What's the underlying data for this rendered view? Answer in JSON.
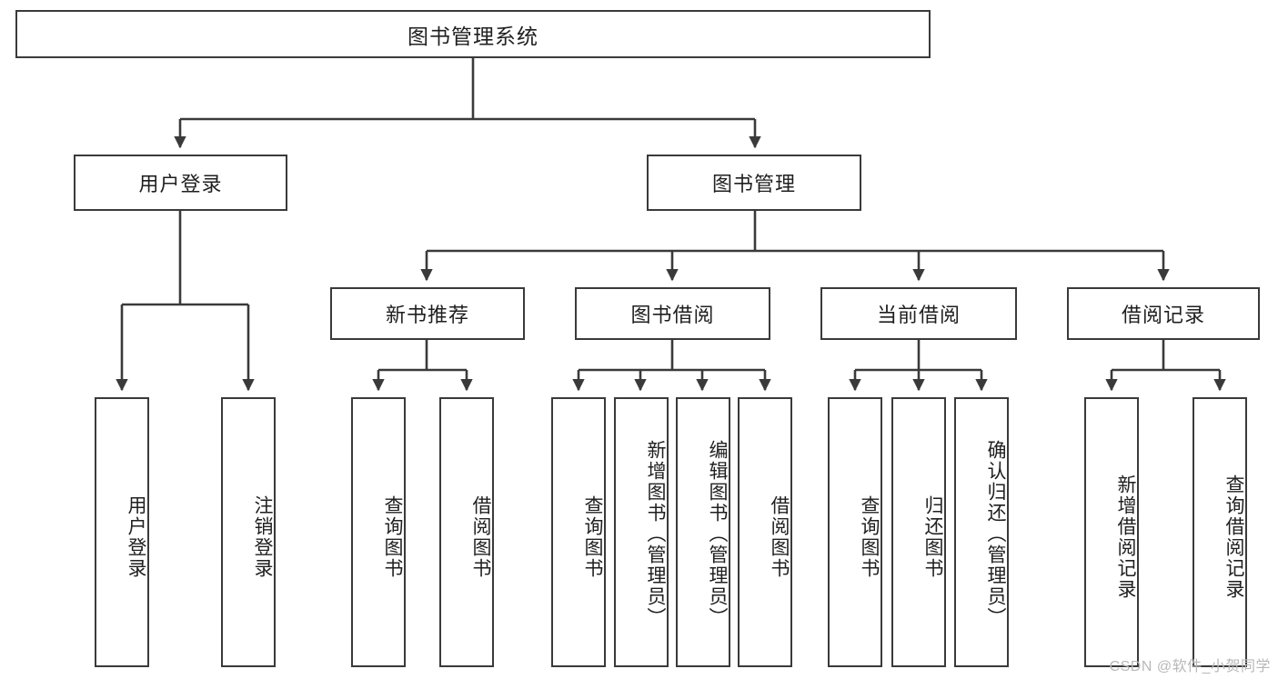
{
  "diagram": {
    "title": "图书管理系统",
    "type": "hierarchy-tree",
    "root": {
      "label": "图书管理系统"
    },
    "level2": [
      {
        "label": "用户登录"
      },
      {
        "label": "图书管理"
      }
    ],
    "level3": [
      {
        "label": "新书推荐"
      },
      {
        "label": "图书借阅"
      },
      {
        "label": "当前借阅"
      },
      {
        "label": "借阅记录"
      }
    ],
    "leaves": {
      "user_login": [
        {
          "label": "用户登录"
        },
        {
          "label": "注销登录"
        }
      ],
      "new_book_recommend": [
        {
          "label": "查询图书"
        },
        {
          "label": "借阅图书"
        }
      ],
      "book_borrow": [
        {
          "label": "查询图书"
        },
        {
          "label": "新增图书（管理员）"
        },
        {
          "label": "编辑图书（管理员）"
        },
        {
          "label": "借阅图书"
        }
      ],
      "current_borrow": [
        {
          "label": "查询图书"
        },
        {
          "label": "归还图书"
        },
        {
          "label": "确认归还（管理员）"
        }
      ],
      "borrow_record": [
        {
          "label": "新增借阅记录"
        },
        {
          "label": "查询借阅记录"
        }
      ]
    }
  },
  "watermark": {
    "text": "CSDN @软件_小贺同学"
  },
  "colors": {
    "stroke": "#3a3a3a",
    "box_fill": "#ffffff",
    "text": "#1f1f1f",
    "watermark": "#b8b8b8"
  }
}
